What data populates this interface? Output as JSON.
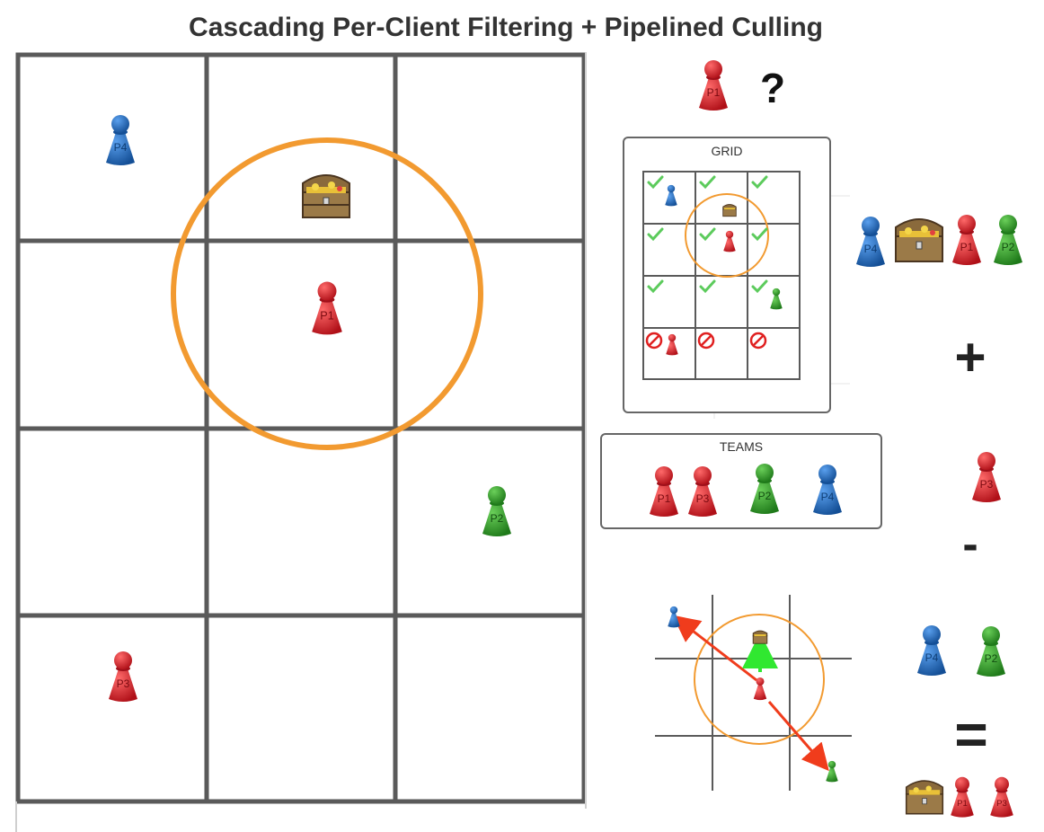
{
  "title": "Cascading Per-Client Filtering + Pipelined Culling",
  "query_mark": "?",
  "grid_panel_label": "GRID",
  "teams_panel_label": "TEAMS",
  "operators": {
    "plus": "+",
    "minus": "-",
    "equals": "="
  },
  "colors": {
    "grid_line": "#5a5a5a",
    "interest_circle": "#f29a30",
    "pawn_red": "#d9222a",
    "pawn_blue": "#1f6cc1",
    "pawn_green": "#2f9a2a",
    "check": "#5ccb5c",
    "blocked": "#e02020",
    "ray_red": "#f03c1c",
    "ray_green": "#30e830",
    "chest": "#8a6a3c"
  },
  "icons": [
    "pawn",
    "treasure-chest",
    "check-mark-icon",
    "blocked-icon",
    "arrow"
  ],
  "players": [
    {
      "id": "P1",
      "color": "red"
    },
    {
      "id": "P2",
      "color": "green"
    },
    {
      "id": "P3",
      "color": "red"
    },
    {
      "id": "P4",
      "color": "blue"
    }
  ],
  "grid_panel": {
    "rows": 4,
    "cols": 3,
    "cell_status": [
      [
        "check",
        "check",
        "check"
      ],
      [
        "check",
        "check",
        "check"
      ],
      [
        "check",
        "check",
        "check"
      ],
      [
        "blocked",
        "blocked",
        "blocked"
      ]
    ],
    "grid_result": [
      "P4",
      "chest",
      "P1",
      "P2"
    ]
  },
  "teams": [
    "P1",
    "P3",
    "P2",
    "P4"
  ],
  "pipeline": {
    "added": [
      "P3"
    ],
    "removed": [
      "P4",
      "P2"
    ],
    "result": [
      "chest",
      "P1",
      "P3"
    ]
  }
}
